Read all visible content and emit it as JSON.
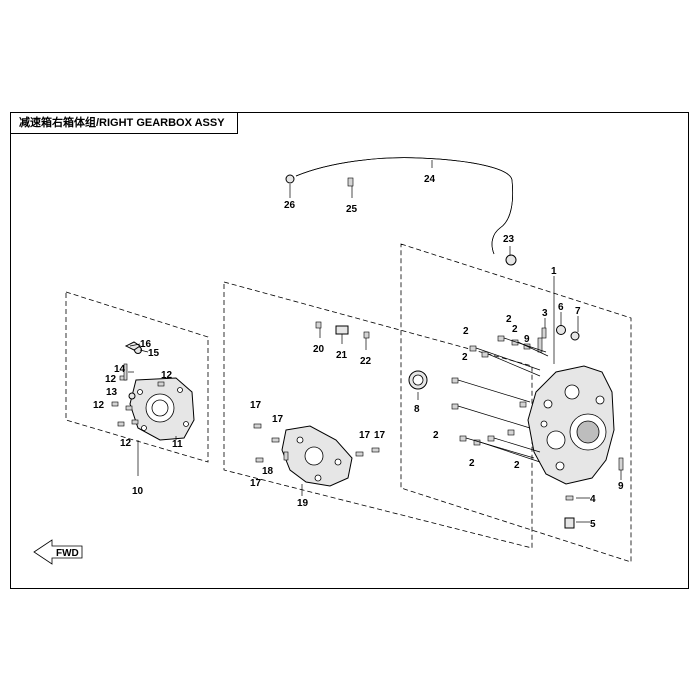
{
  "title": "减速箱右箱体组/RIGHT GEARBOX ASSY",
  "direction_arrow": "FWD",
  "callouts": [
    "1",
    "2",
    "3",
    "4",
    "5",
    "6",
    "7",
    "8",
    "9",
    "10",
    "11",
    "12",
    "13",
    "14",
    "15",
    "16",
    "17",
    "18",
    "19",
    "20",
    "21",
    "22",
    "23",
    "24",
    "25",
    "26"
  ],
  "colors": {
    "line": "#000000",
    "part_fill": "#e6e6e6",
    "background": "#ffffff"
  }
}
